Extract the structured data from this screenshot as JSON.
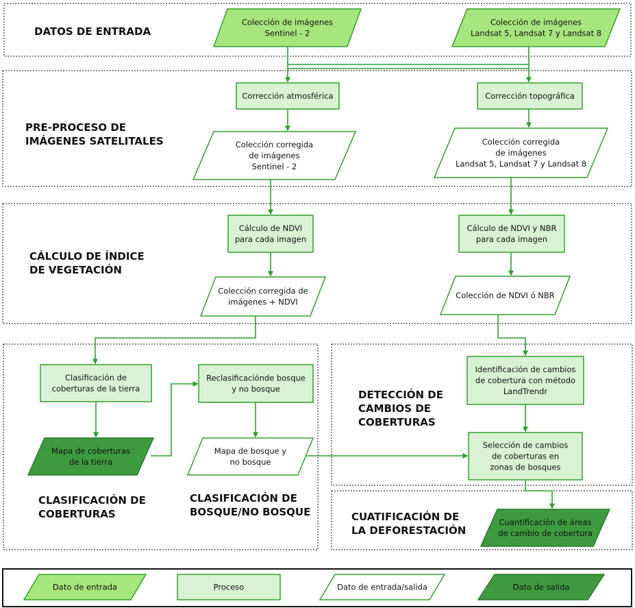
{
  "colors": {
    "input": "#a6e67c",
    "input_stroke": "#33a02c",
    "process": "#d9f2d3",
    "process_stroke": "#33a02c",
    "io": "#ffffff",
    "io_stroke": "#33a02c",
    "output": "#3d9a3f",
    "output_stroke": "#2b7a2d",
    "edge": "#2ca02c"
  },
  "sections": {
    "datos": "DATOS DE ENTRADA",
    "preproceso": [
      "PRE-PROCESO DE",
      "IMÁGENES SATELITALES"
    ],
    "calculo": [
      "CÁLCULO DE ÍNDICE",
      "DE VEGETACIÓN"
    ],
    "clasificacion": [
      "CLASIFICACIÓN DE",
      "COBERTURAS"
    ],
    "bosque": [
      "CLASIFICACIÓN DE",
      "BOSQUE/NO BOSQUE"
    ],
    "deteccion": [
      "DETECCIÓN DE",
      "CAMBIOS DE",
      "COBERTURAS"
    ],
    "cuantificacion": [
      "CUATIFICACIÓN DE",
      "LA DEFORESTACIÓN"
    ]
  },
  "nodes": {
    "sentinel_input": {
      "kind": "input",
      "lines": [
        "Colección de imágenes",
        "Sentinel - 2"
      ]
    },
    "landsat_input": {
      "kind": "input",
      "lines": [
        "Colección de imágenes",
        "Landsat 5, Landsat 7 y Landsat 8"
      ]
    },
    "correccion_atm": {
      "kind": "process",
      "lines": [
        "Corrección atmosférica"
      ]
    },
    "correccion_topo": {
      "kind": "process",
      "lines": [
        "Corrección topográfica"
      ]
    },
    "sentinel_corr": {
      "kind": "io",
      "lines": [
        "Colección corregida",
        "de imágenes",
        "Sentinel - 2"
      ]
    },
    "landsat_corr": {
      "kind": "io",
      "lines": [
        "Colección corregida",
        "de imágenes",
        "Landsat 5, Landsat 7 y Landsat 8"
      ]
    },
    "calc_ndvi": {
      "kind": "process",
      "lines": [
        "Cálculo de NDVI",
        "para cada imagen"
      ]
    },
    "calc_ndvi_nbr": {
      "kind": "process",
      "lines": [
        "Cálculo de NDVI y NBR",
        "para cada imagen"
      ]
    },
    "coleccion_ndvi": {
      "kind": "io",
      "lines": [
        "Colección corregida de",
        "imágenes + NDVI"
      ]
    },
    "coleccion_ndvi_nbr": {
      "kind": "io",
      "lines": [
        "Colección de NDVI ó NBR"
      ]
    },
    "clasif_coberturas": {
      "kind": "process",
      "lines": [
        "Clasificación de",
        "coberturas de la tierra"
      ]
    },
    "reclasif_bosque": {
      "kind": "process",
      "lines": [
        "Reclasificaciónde bosque",
        "y no bosque"
      ]
    },
    "mapa_coberturas": {
      "kind": "output",
      "lines": [
        "Mapa de coberturas",
        "de la tierra"
      ]
    },
    "mapa_bosque": {
      "kind": "io",
      "lines": [
        "Mapa de bosque y",
        "no bosque"
      ]
    },
    "identificacion": {
      "kind": "process",
      "lines": [
        "Identificación de cambios",
        "de cobertura con método",
        "LandTrendr"
      ]
    },
    "seleccion": {
      "kind": "process",
      "lines": [
        "Selección de cambios",
        "de coberturas en",
        "zonas de bosques"
      ]
    },
    "cuantificacion_out": {
      "kind": "output",
      "lines": [
        "Cuantificación de áreas",
        "de cambio de cobertura"
      ]
    }
  },
  "legend": [
    {
      "kind": "input",
      "label": "Dato de entrada"
    },
    {
      "kind": "process",
      "label": "Proceso"
    },
    {
      "kind": "io",
      "label": "Dato de entrada/salida"
    },
    {
      "kind": "output",
      "label": "Dato de salida"
    }
  ]
}
